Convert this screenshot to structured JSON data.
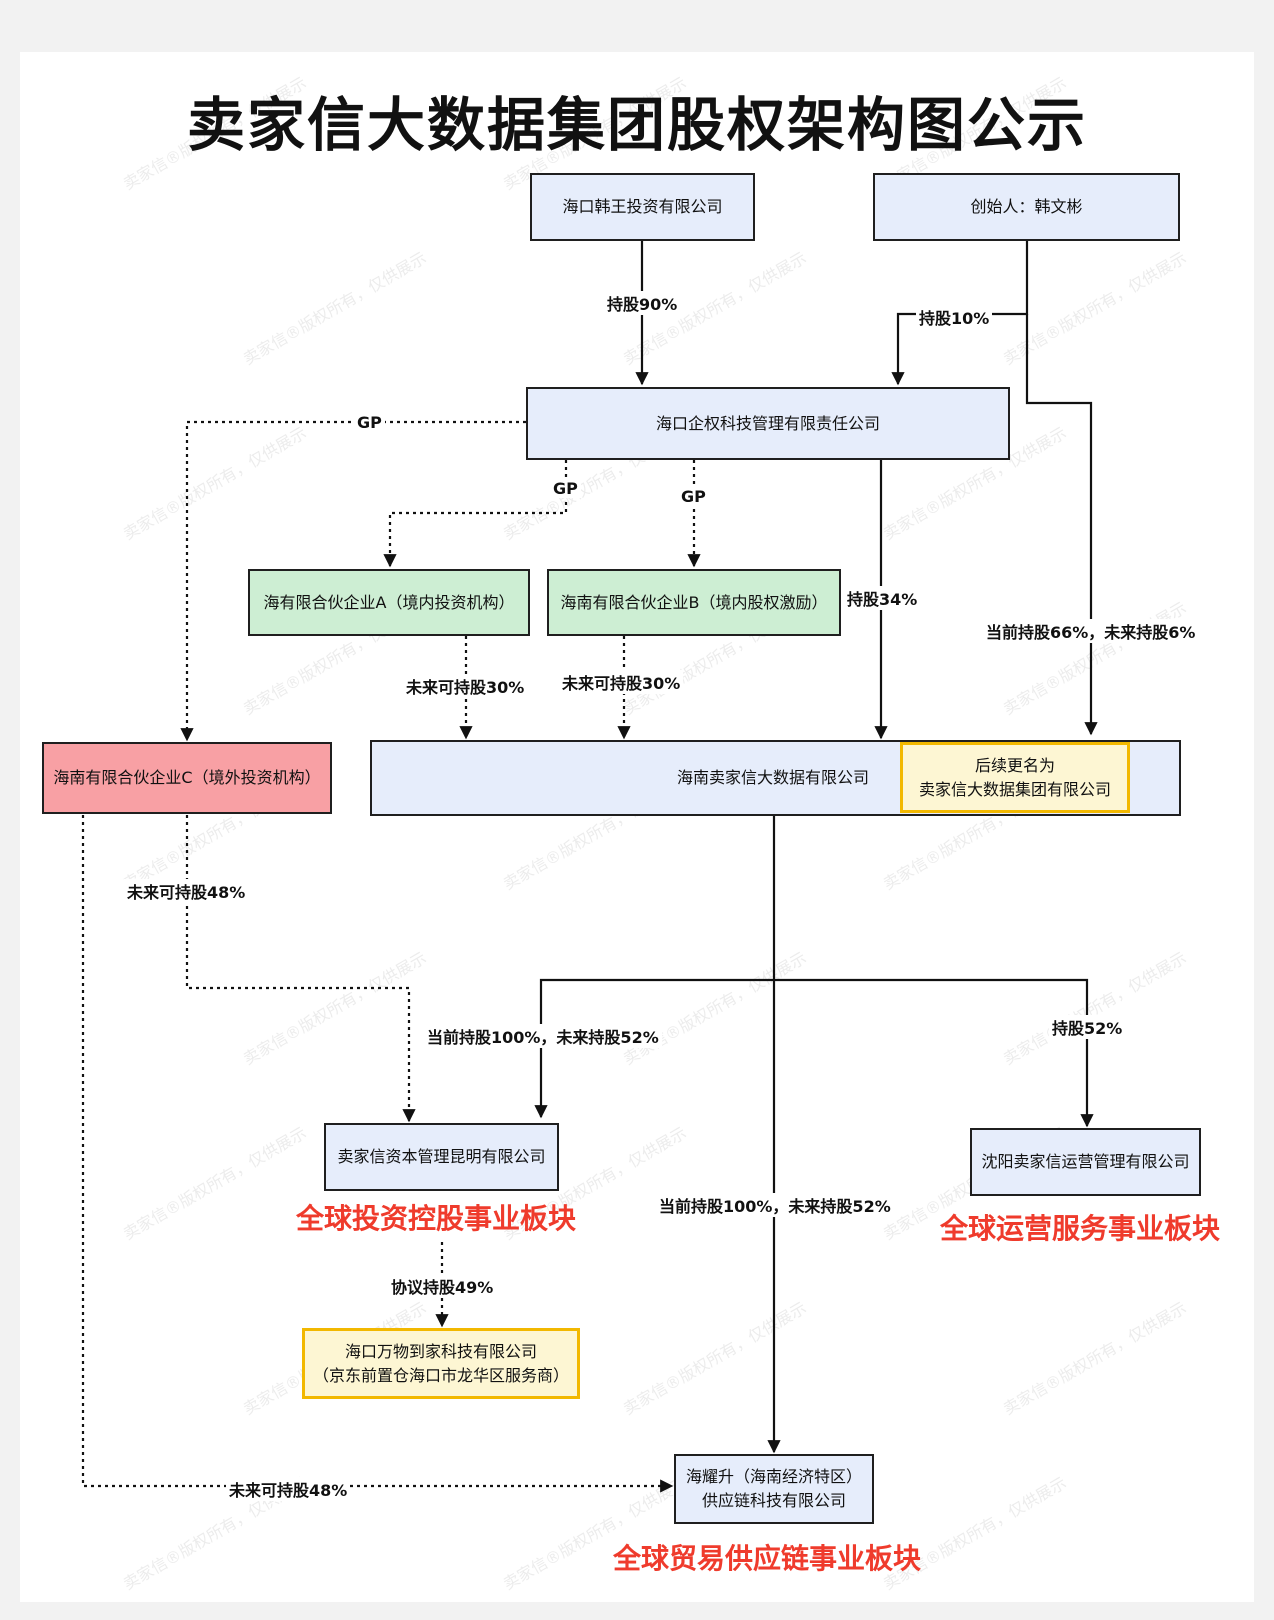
{
  "title": "卖家信大数据集团股权架构图公示",
  "nodes": {
    "hanwang": "海口韩王投资有限公司",
    "founder": "创始人：韩文彬",
    "qiquan": "海口企权科技管理有限责任公司",
    "partner_a": "海有限合伙企业A（境内投资机构）",
    "partner_b": "海南有限合伙企业B（境内股权激励）",
    "partner_c": "海南有限合伙企业C（境外投资机构）",
    "main_company": "海南卖家信大数据有限公司",
    "rename_line1": "后续更名为",
    "rename_line2": "卖家信大数据集团有限公司",
    "kunming": "卖家信资本管理昆明有限公司",
    "shenyang": "沈阳卖家信运营管理有限公司",
    "wanwu_line1": "海口万物到家科技有限公司",
    "wanwu_line2": "（京东前置仓海口市龙华区服务商）",
    "haiyao_line1": "海耀升（海南经济特区）",
    "haiyao_line2": "供应链科技有限公司"
  },
  "edges": {
    "hanwang_qiquan": "持股90%",
    "founder_qiquan": "持股10%",
    "qiquan_c": "GP",
    "qiquan_a": "GP",
    "qiquan_b": "GP",
    "qiquan_main": "持股34%",
    "founder_main": "当前持股66%，未来持股6%",
    "a_main": "未来可持股30%",
    "b_main": "未来可持股30%",
    "c_kunming": "未来可持股48%",
    "main_kunming": "当前持股100%，未来持股52%",
    "main_shenyang": "持股52%",
    "main_haiyao": "当前持股100%，未来持股52%",
    "kunming_wanwu": "协议持股49%",
    "c_haiyao": "未来可持股48%"
  },
  "sectors": {
    "investment": "全球投资控股事业板块",
    "operations": "全球运营服务事业板块",
    "supply_chain": "全球贸易供应链事业板块"
  },
  "watermark": "卖家信®版权所有，仅供展示"
}
